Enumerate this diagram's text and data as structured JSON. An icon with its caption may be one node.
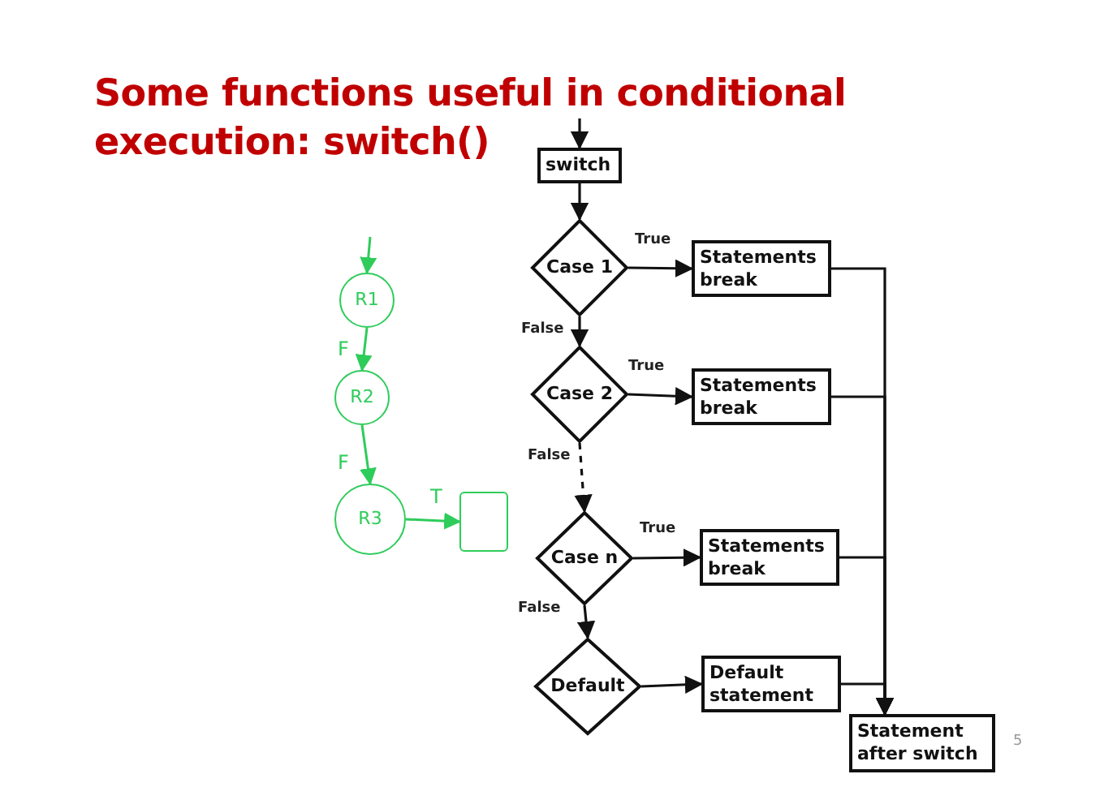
{
  "diagram": {
    "title": "Some functions useful in conditional execution: switch()",
    "nodes": [
      {
        "text": [
          "switch"
        ]
      },
      {
        "text": [
          "Case 1"
        ]
      },
      {
        "text": [
          "Statements break"
        ]
      },
      {
        "text": [
          "Case 2"
        ]
      },
      {
        "text": [
          "Statements break"
        ]
      },
      {
        "text": [
          "Case n"
        ]
      },
      {
        "text": [
          "Statements break"
        ]
      },
      {
        "text": [
          "Default"
        ]
      },
      {
        "text": [
          "Default statement"
        ]
      },
      {
        "text": [
          "Statement after switch"
        ]
      },
      {
        "text": [
          "R1"
        ]
      },
      {
        "text": [
          "R2"
        ]
      },
      {
        "text": [
          "R3"
        ]
      },
      {
        "text": [],
        "shape": "box"
      }
    ],
    "edges": [
      {
        "from": null,
        "to": 0,
        "arrow": "to"
      },
      {
        "from": 0,
        "to": 1,
        "arrow": "to"
      },
      {
        "from": 1,
        "to": 2,
        "arrow": "to",
        "label": "True"
      },
      {
        "from": 1,
        "to": 3,
        "arrow": "to",
        "label": "False"
      },
      {
        "from": 3,
        "to": 4,
        "arrow": "to",
        "label": "True"
      },
      {
        "from": 3,
        "to": 5,
        "arrow": "to",
        "label": "False",
        "style": "dashed"
      },
      {
        "from": 5,
        "to": 6,
        "arrow": "to",
        "label": "True"
      },
      {
        "from": 5,
        "to": 7,
        "arrow": "to",
        "label": "False"
      },
      {
        "from": 7,
        "to": 8,
        "arrow": "to"
      },
      {
        "from": 2,
        "to": 9,
        "arrow": "to"
      },
      {
        "from": 4,
        "to": 9,
        "arrow": "to"
      },
      {
        "from": 6,
        "to": 9,
        "arrow": "to"
      },
      {
        "from": 8,
        "to": 9,
        "arrow": "to"
      },
      {
        "from": null,
        "to": 10,
        "arrow": "to",
        "color": "#2ecc5a"
      },
      {
        "from": 10,
        "to": 11,
        "arrow": "to",
        "label": "F",
        "color": "#2ecc5a"
      },
      {
        "from": 11,
        "to": 12,
        "arrow": "to",
        "label": "F",
        "color": "#2ecc5a"
      },
      {
        "from": 12,
        "to": 13,
        "arrow": "to",
        "label": "T",
        "color": "#2ecc5a"
      }
    ],
    "labels": [
      "5"
    ]
  }
}
